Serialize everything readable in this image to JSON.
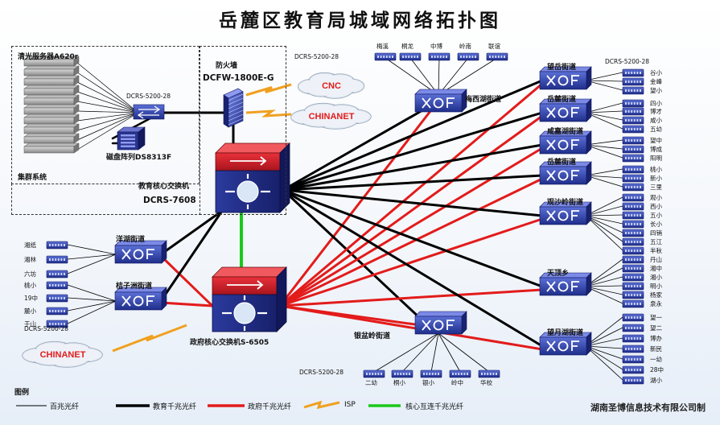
{
  "title": "岳麓区教育局城域网络拓扑图",
  "labels": {
    "server": "清光服务器A620r",
    "cluster": "集群系统",
    "firewall_cn": "防火墙",
    "firewall_model": "DCFW-1800E-G",
    "cluster_switch": "DCRS-5200-28",
    "storage": "磁盘阵列DS8313F",
    "edu_core_cn": "教育核心交换机",
    "edu_core_model": "DCRS-7608",
    "gov_core": "政府核心交换机S-6505",
    "top_switch_model": "DCRS-5200-28",
    "right_switch_model": "DCRS-5200-28",
    "left_switch_model": "DCRS-5200-28",
    "bottom_switch_model": "DCRS-5200-28"
  },
  "clouds": {
    "cnc": "CNC",
    "chinanet_top": "CHINANET",
    "chinanet_bottom": "CHINANET"
  },
  "top_hub": {
    "name": "梅西湖街道",
    "leaves": [
      "梅溪",
      "桐龙",
      "中博",
      "岭南",
      "联谊"
    ]
  },
  "bottom_hub": {
    "name": "银盆岭街道",
    "leaves": [
      "二幼",
      "桐小",
      "银小",
      "岭中",
      "华校"
    ]
  },
  "right_hubs": [
    {
      "name": "望岳街道",
      "leaves": [
        "谷小",
        "金峰",
        "望小"
      ]
    },
    {
      "name": "岳麓街道",
      "leaves": [
        "四小",
        "博才",
        "咸小",
        "五幼"
      ]
    },
    {
      "name": "咸嘉湖街道",
      "leaves": [
        "望中",
        "博成",
        "阳明"
      ]
    },
    {
      "name": "岳麓街道",
      "leaves": [
        "桃小",
        "新小",
        "三里"
      ]
    },
    {
      "name": "观沙岭街道",
      "leaves": [
        "观小",
        "西小",
        "五小",
        "长小",
        "四销",
        "五江",
        "半秋"
      ]
    },
    {
      "name": "天顶乡",
      "leaves": [
        "丹山",
        "湘中",
        "湘小",
        "明小",
        "杨家",
        "泉永"
      ]
    },
    {
      "name": "望月湖街道",
      "leaves": [
        "望一",
        "望二",
        "博办",
        "新民",
        "一幼",
        "28中",
        "湖小"
      ]
    }
  ],
  "left_hubs": [
    {
      "name": "洋湖街道",
      "leaves": [
        "湘纸",
        "湘林",
        "六坊"
      ]
    },
    {
      "name": "桔子洲街道",
      "leaves": [
        "桃小",
        "19中",
        "麓小",
        "于山"
      ]
    }
  ],
  "legend": {
    "heading": "图例",
    "items": [
      "百兆光纤",
      "教育千兆光纤",
      "政府千兆光纤",
      "ISP",
      "核心互连千兆光纤"
    ],
    "colors": [
      "#000000",
      "#000000",
      "#e31b1b",
      "#f0a020",
      "#19c919"
    ]
  },
  "footer": "湖南圣博信息技术有限公司制"
}
